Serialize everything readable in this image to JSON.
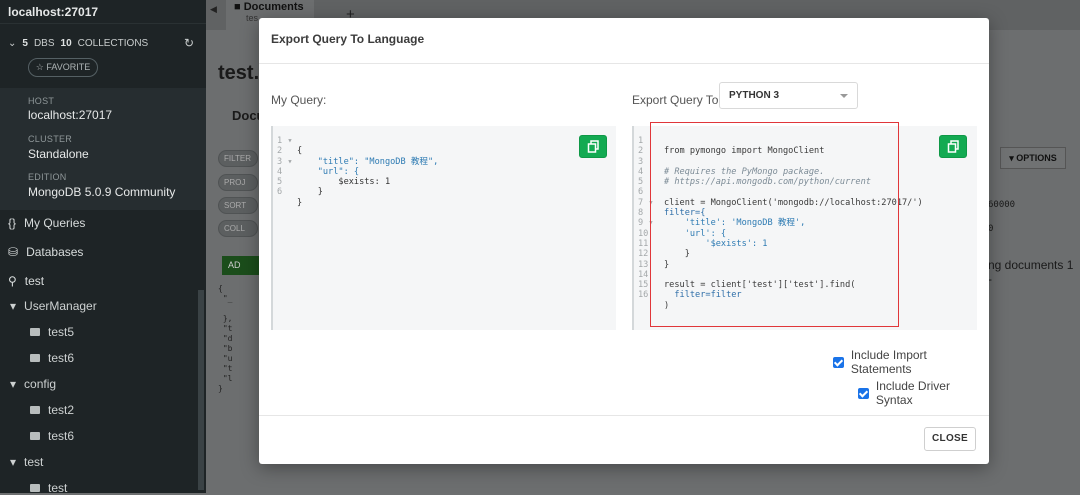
{
  "sidebar": {
    "host_title": "localhost:27017",
    "dbs_count": "5",
    "dbs_label": "DBS",
    "collections_count": "10",
    "collections_label": "COLLECTIONS",
    "favorite_label": "FAVORITE",
    "host_label": "HOST",
    "host_value": "localhost:27017",
    "cluster_label": "CLUSTER",
    "cluster_value": "Standalone",
    "edition_label": "EDITION",
    "edition_value": "MongoDB 5.0.9 Community",
    "nav": {
      "my_queries": "My Queries",
      "databases": "Databases",
      "search_value": "test"
    },
    "tree": [
      "UserManager",
      "test5",
      "test6",
      "config",
      "test2",
      "test6",
      "test",
      "test"
    ]
  },
  "main": {
    "tab_title": "Documents",
    "tab_sub": "tes",
    "title_partial": "test.t",
    "sub_tab_partial": "Docu",
    "pills": [
      "FILTER",
      "PROJ",
      "SORT",
      "COLL"
    ],
    "add_partial": "AD",
    "options_label": "OPTIONS",
    "nums": [
      "60000",
      "0"
    ],
    "docs_partial": "ng documents 1 -"
  },
  "modal": {
    "title": "Export Query To Language",
    "my_query_label": "My Query:",
    "export_to_label": "Export Query To:",
    "language": "PYTHON 3",
    "include_import": "Include Import Statements",
    "include_driver": "Include Driver Syntax",
    "close_label": "CLOSE",
    "left_gutter": "1 ▾\n2\n3 ▾\n4\n5\n6",
    "right_gutter": "1\n2\n3\n4\n5\n6\n7 ▾\n8\n9 ▾\n10\n11\n12\n13\n14\n15\n16",
    "query_lines": [
      "{",
      "    \"title\": \"MongoDB 教程\",",
      "    \"url\": {",
      "        $exists: 1",
      "    }",
      "}"
    ],
    "python_lines": [
      "from pymongo import MongoClient",
      "",
      "# Requires the PyMongo package.",
      "# https://api.mongodb.com/python/current",
      "",
      "client = MongoClient('mongodb://localhost:27017/')",
      "filter={",
      "    'title': 'MongoDB 教程',",
      "    'url': {",
      "        '$exists': 1",
      "    }",
      "}",
      "",
      "result = client['test']['test'].find(",
      "  filter=filter",
      ")"
    ]
  },
  "colors": {
    "accent_green": "#13aa52",
    "highlight_red": "#e0363a",
    "checkbox_blue": "#1a73e8"
  }
}
